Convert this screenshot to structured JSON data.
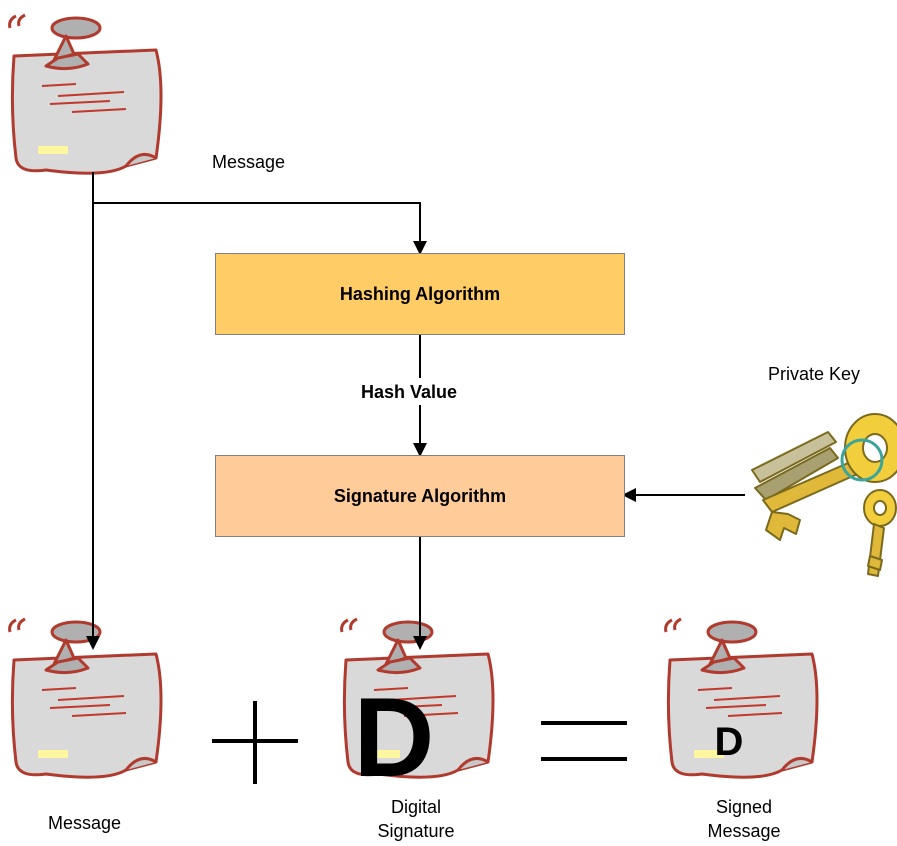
{
  "labels": {
    "message_top": "Message",
    "hash_value": "Hash Value",
    "private_key": "Private Key",
    "message_bottom": "Message",
    "digital_signature_line1": "Digital",
    "digital_signature_line2": "Signature",
    "signed_message_line1": "Signed",
    "signed_message_line2": "Message"
  },
  "boxes": {
    "hashing": "Hashing Algorithm",
    "signature": "Signature Algorithm"
  },
  "glyphs": {
    "signature_letter": "D",
    "signed_letter": "D"
  },
  "colors": {
    "hashing_fill": "#FFCC66",
    "signature_fill": "#FFCC99",
    "note_fill": "#D9D9D9",
    "note_outline": "#B03A2E",
    "pin_fill": "#B0B0B0"
  },
  "icons": [
    "message-note-icon",
    "key-ring-icon",
    "plus-icon",
    "equals-icon"
  ]
}
